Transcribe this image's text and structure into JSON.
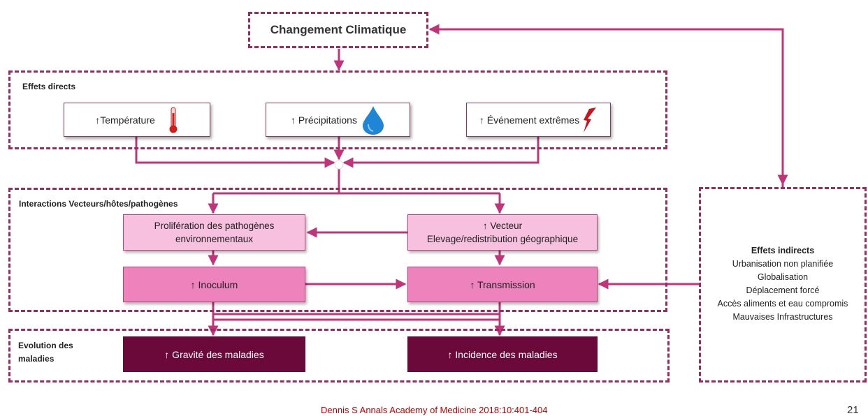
{
  "title": "Changement Climatique",
  "direct": {
    "label": "Effets directs",
    "items": [
      "↑Température",
      "↑ Précipitations",
      "↑ Événement extrêmes"
    ]
  },
  "interactions": {
    "label": "Interactions Vecteurs/hôtes/pathogènes",
    "proliferation": [
      "Prolifération des pathogènes",
      "environnementaux"
    ],
    "vecteur": [
      "↑ Vecteur",
      "Elevage/redistribution géographique"
    ],
    "inoculum": "↑ Inoculum",
    "transmission": "↑ Transmission"
  },
  "evolution": {
    "label": [
      "Evolution des",
      "maladies"
    ],
    "gravite": "↑ Gravité des maladies",
    "incidence": "↑ Incidence des maladies"
  },
  "indirect": {
    "title": "Effets indirects",
    "items": [
      "Urbanisation non planifiée",
      "Globalisation",
      "Déplacement forcé",
      "Accès aliments et eau compromis",
      "Mauvaises Infrastructures"
    ]
  },
  "citation": "Dennis S Annals Academy of Medicine 2018:10:401-404",
  "page_number": "21",
  "colors": {
    "connector": "#c0347a",
    "dash": "#9c2a5c",
    "dark_box": "#6b0a3a",
    "light_box": "#f6c0de",
    "mid_box": "#ee82bd"
  }
}
